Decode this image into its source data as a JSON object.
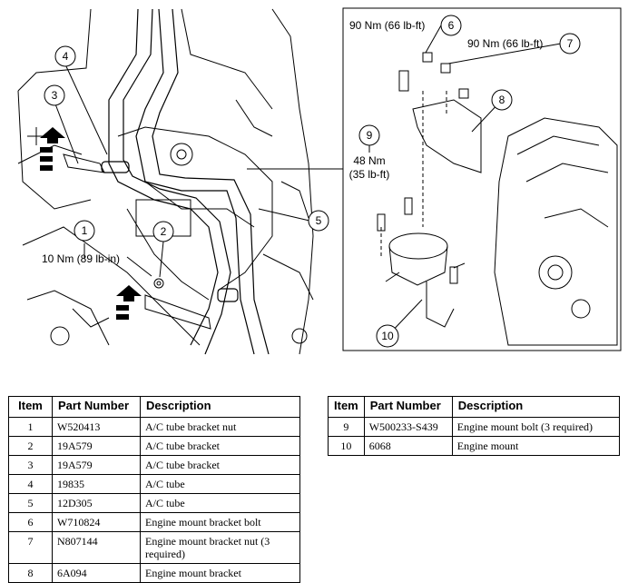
{
  "illustration": {
    "callouts": [
      {
        "number": "1",
        "torque": "10 Nm (89 lb-in)"
      },
      {
        "number": "2",
        "torque": ""
      },
      {
        "number": "3",
        "torque": ""
      },
      {
        "number": "4",
        "torque": ""
      },
      {
        "number": "5",
        "torque": ""
      },
      {
        "number": "6",
        "torque": "90 Nm (66 lb-ft)"
      },
      {
        "number": "7",
        "torque": "90 Nm (66 lb-ft)"
      },
      {
        "number": "8",
        "torque": ""
      },
      {
        "number": "9",
        "torque_line1": "48 Nm",
        "torque_line2": "(35 lb-ft)"
      },
      {
        "number": "10",
        "torque": ""
      }
    ]
  },
  "table_headers": {
    "item": "Item",
    "part_number": "Part Number",
    "description": "Description"
  },
  "parts_left": [
    {
      "item": "1",
      "part_number": "W520413",
      "description": "A/C tube bracket nut"
    },
    {
      "item": "2",
      "part_number": "19A579",
      "description": "A/C tube bracket"
    },
    {
      "item": "3",
      "part_number": "19A579",
      "description": "A/C tube bracket"
    },
    {
      "item": "4",
      "part_number": "19835",
      "description": "A/C tube"
    },
    {
      "item": "5",
      "part_number": "12D305",
      "description": "A/C tube"
    },
    {
      "item": "6",
      "part_number": "W710824",
      "description": "Engine mount bracket bolt"
    },
    {
      "item": "7",
      "part_number": "N807144",
      "description": "Engine mount bracket nut (3 required)"
    },
    {
      "item": "8",
      "part_number": "6A094",
      "description": "Engine mount bracket"
    }
  ],
  "parts_right": [
    {
      "item": "9",
      "part_number": "W500233-S439",
      "description": "Engine mount bolt (3 required)"
    },
    {
      "item": "10",
      "part_number": "6068",
      "description": "Engine mount"
    }
  ]
}
